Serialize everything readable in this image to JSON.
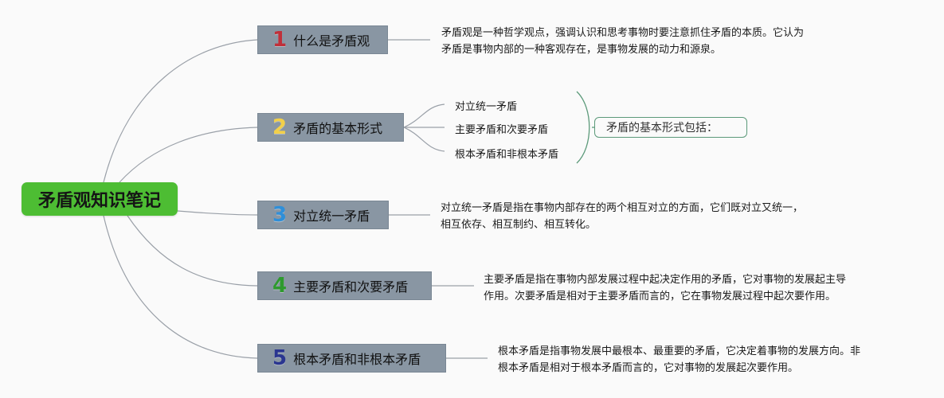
{
  "root": {
    "label": "矛盾观知识笔记",
    "color": "#4dbd33"
  },
  "topics": [
    {
      "num": "1",
      "num_color": "#c0303a",
      "label": "什么是矛盾观",
      "desc": [
        "矛盾观是一种哲学观点，强调认识和思考事物时要注意抓住矛盾的本质。它认为",
        "矛盾是事物内部的一种客观存在，是事物发展的动力和源泉。"
      ]
    },
    {
      "num": "2",
      "num_color": "#f2d04a",
      "label": "矛盾的基本形式",
      "subtopics": [
        "对立统一矛盾",
        "主要矛盾和次要矛盾",
        "根本矛盾和非根本矛盾"
      ],
      "summary": "矛盾的基本形式包括："
    },
    {
      "num": "3",
      "num_color": "#2f8fd9",
      "label": "对立统一矛盾",
      "desc": [
        "对立统一矛盾是指在事物内部存在的两个相互对立的方面，它们既对立又统一，",
        "相互依存、相互制约、相互转化。"
      ]
    },
    {
      "num": "4",
      "num_color": "#2e9a2e",
      "label": "主要矛盾和次要矛盾",
      "desc": [
        "主要矛盾是指在事物内部发展过程中起决定作用的矛盾，它对事物的发展起主导",
        "作用。次要矛盾是相对于主要矛盾而言的，它在事物发展过程中起次要作用。"
      ]
    },
    {
      "num": "5",
      "num_color": "#2a3590",
      "label": "根本矛盾和非根本矛盾",
      "desc": [
        "根本矛盾是指事物发展中最根本、最重要的矛盾，它决定着事物的发展方向。非",
        "根本矛盾是相对于根本矛盾而言的，它对事物的发展起次要作用。"
      ]
    }
  ]
}
